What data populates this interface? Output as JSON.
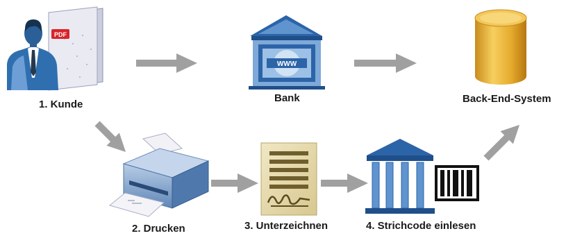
{
  "nodes": {
    "kunde": {
      "label": "1. Kunde",
      "icon": "customer-with-document-icon",
      "badge": "PDF"
    },
    "bank": {
      "label": "Bank",
      "icon": "bank-web-icon",
      "sign_text": "WWW"
    },
    "backend": {
      "label": "Back-End-System",
      "icon": "database-cylinder-icon"
    },
    "drucken": {
      "label": "2. Drucken",
      "icon": "printer-icon"
    },
    "unterzeichnen": {
      "label": "3. Unterzeichnen",
      "icon": "signed-document-icon"
    },
    "strichcode": {
      "label": "4. Strichcode einlesen",
      "icon": "bank-barcode-icon"
    }
  },
  "colors": {
    "arrow": "#a0a0a0",
    "bank_blue": "#2c64a8",
    "bank_light": "#9cc0e6",
    "cylinder_gold": "#e7b034",
    "paper_tan": "#e8dcb0",
    "suit_blue": "#2f6fb0"
  }
}
